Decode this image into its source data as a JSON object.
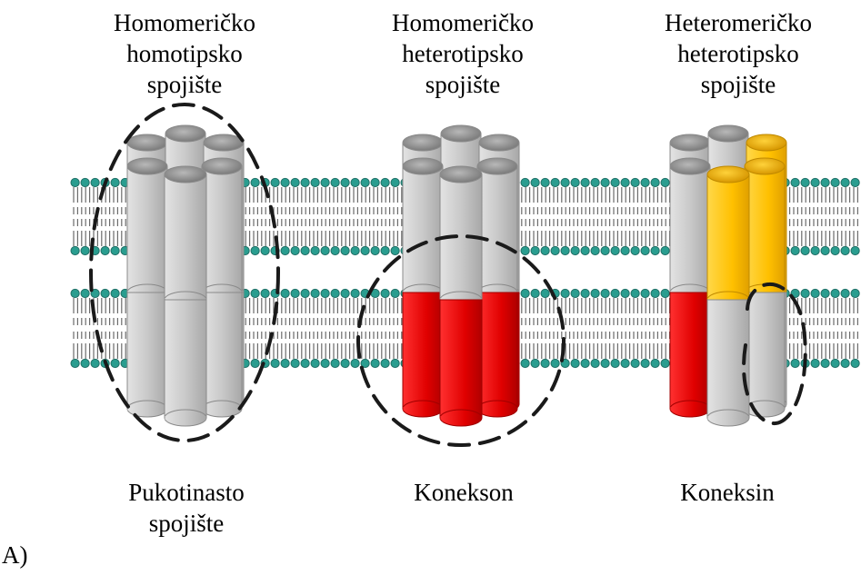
{
  "titles": [
    [
      "Homomeričko",
      "homotipsko",
      "spojište"
    ],
    [
      "Homomeričko",
      "heterotipsko",
      "spojište"
    ],
    [
      "Heteromeričko",
      "heterotipsko",
      "spojište"
    ]
  ],
  "bottom_labels": [
    [
      "Pukotinasto",
      "spojište"
    ],
    [
      "Konekson"
    ],
    [
      "Koneksin"
    ]
  ],
  "panel_label": "A)",
  "colors": {
    "membrane_head": "#2a9d8f",
    "membrane_head_stroke": "#1f6f66",
    "tail": "#6b6b6b",
    "gray_body": "#c8c8c8",
    "gray_top": "#9a9a9a",
    "red": "#e01010",
    "red_dark": "#a80000",
    "yellow": "#ffc400",
    "yellow_dark": "#d99a00",
    "dashed_outline": "#1a1a1a"
  }
}
